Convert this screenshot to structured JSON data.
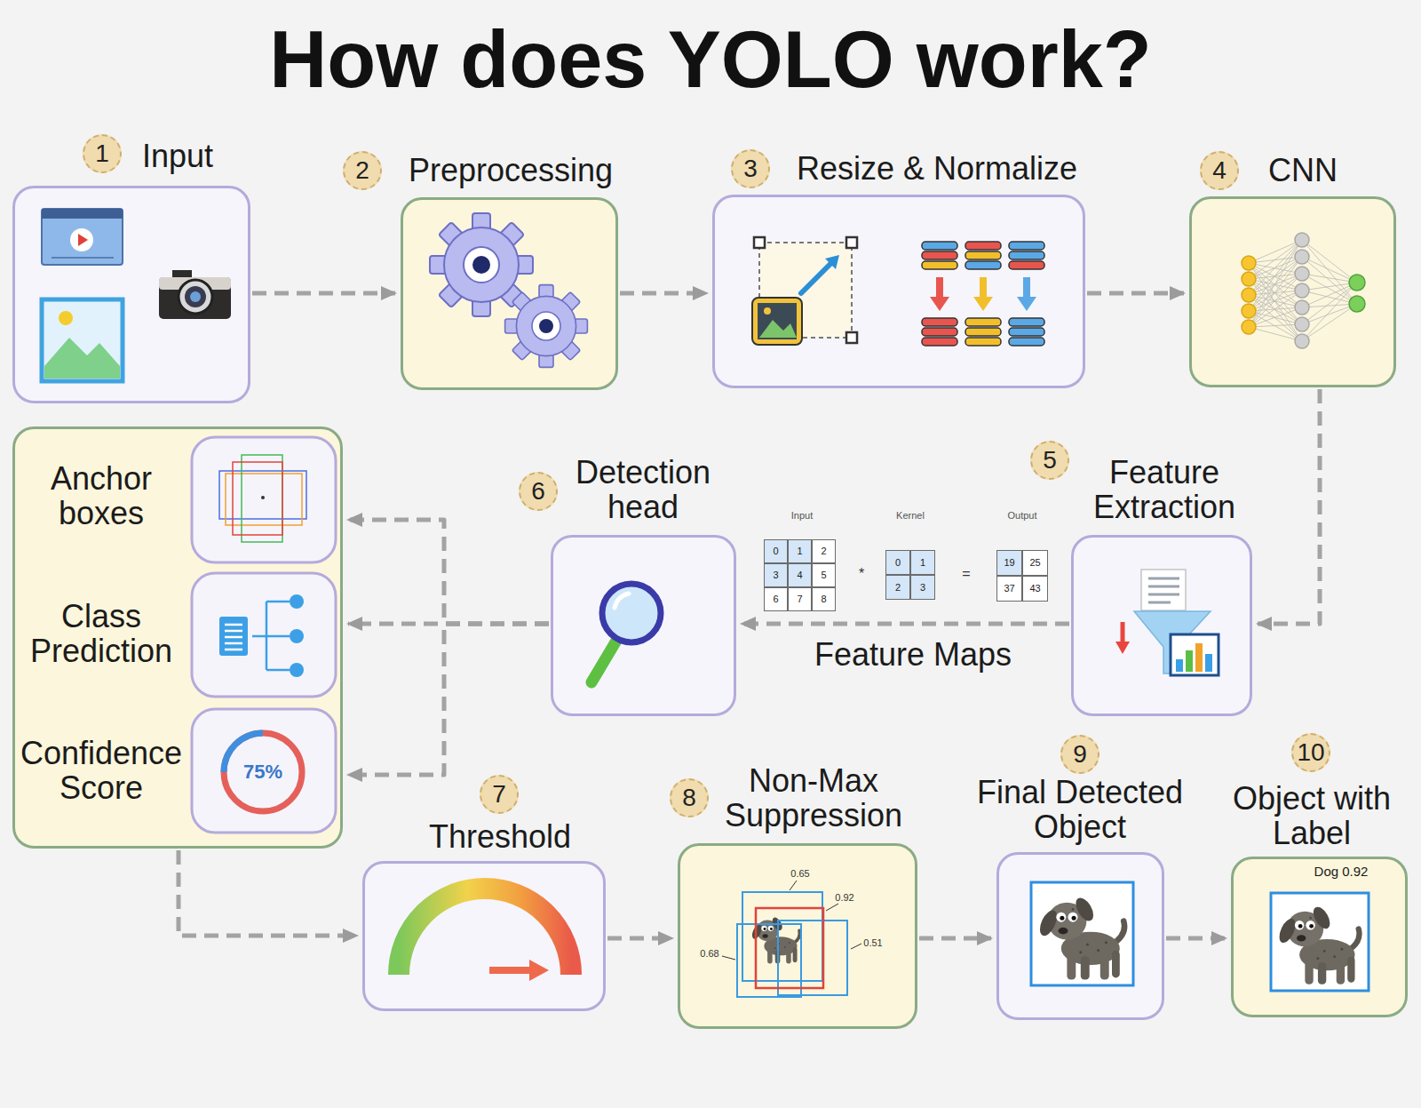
{
  "diagram": {
    "title": "How does YOLO work?",
    "nodes": [
      {
        "text": [
          "Input"
        ]
      },
      {
        "text": [
          "Preprocessing"
        ]
      },
      {
        "text": [
          "Resize & Normalize"
        ]
      },
      {
        "text": [
          "CNN"
        ]
      },
      {
        "text": [
          "Feature Extraction"
        ]
      },
      {
        "text": [
          "Detection head"
        ]
      },
      {
        "text": [
          "Anchor boxes",
          "Class Prediction",
          "Confidence Score"
        ]
      },
      {
        "text": [
          "Threshold"
        ]
      },
      {
        "text": [
          "Non-Max Suppression"
        ]
      },
      {
        "text": [
          "Final Detected Object"
        ]
      },
      {
        "text": [
          "Object with Label",
          "Dog 0.92"
        ]
      }
    ],
    "edges": [
      {
        "from": 0,
        "to": 1,
        "arrow": "to"
      },
      {
        "from": 1,
        "to": 2,
        "arrow": "to"
      },
      {
        "from": 2,
        "to": 3,
        "arrow": "to"
      },
      {
        "from": 3,
        "to": 4,
        "arrow": "to"
      },
      {
        "from": 4,
        "to": 5,
        "label": "Feature Maps",
        "arrow": "to"
      },
      {
        "from": 5,
        "to": 6,
        "arrow": "to"
      },
      {
        "from": 5,
        "to": 6,
        "arrow": "to"
      },
      {
        "from": 5,
        "to": 6,
        "arrow": "to"
      },
      {
        "from": 6,
        "to": 7,
        "arrow": "to"
      },
      {
        "from": 7,
        "to": 8,
        "arrow": "to"
      },
      {
        "from": 8,
        "to": 9,
        "arrow": "to"
      },
      {
        "from": 9,
        "to": 10,
        "arrow": "to"
      }
    ],
    "labels": [
      "1",
      "2",
      "3",
      "4",
      "5",
      "6",
      "7",
      "8",
      "9",
      "10",
      "Input",
      "Kernel",
      "Output",
      "0",
      "1",
      "2",
      "3",
      "4",
      "5",
      "6",
      "7",
      "8",
      "*",
      "0",
      "1",
      "2",
      "3",
      "=",
      "19",
      "25",
      "37",
      "43",
      "75%",
      "0.65",
      "0.92",
      "0.51",
      "0.68"
    ]
  }
}
